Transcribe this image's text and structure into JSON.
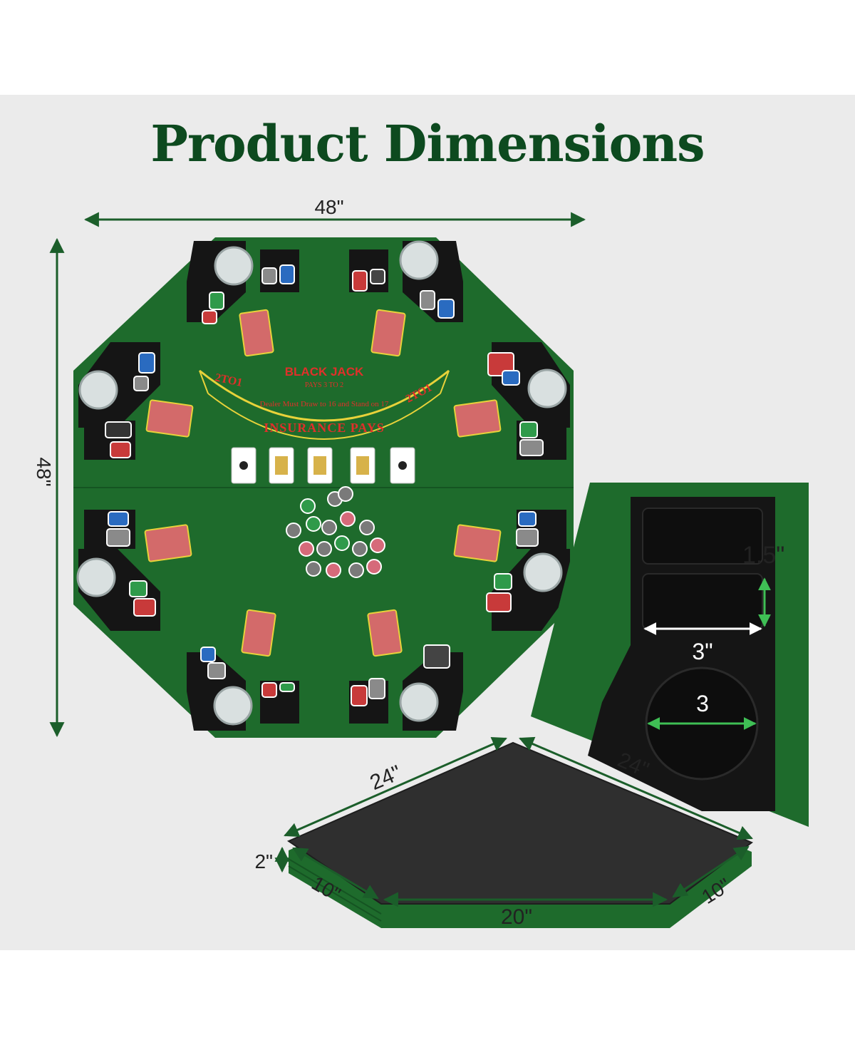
{
  "title": "Product Dimensions",
  "dimensions": {
    "overall_width": "48\"",
    "overall_height": "48\"",
    "cup_holder_depth": "1.5\"",
    "chip_tray_width": "3\"",
    "cup_holder_diameter": "3",
    "panel_edge_left": "24\"",
    "panel_edge_right": "24\"",
    "folded_thickness": "2\"",
    "panel_bevel_left": "10\"",
    "panel_bevel_right": "10\"",
    "panel_front_edge": "20\""
  },
  "table_print": {
    "game": "BLACK JACK",
    "payout": "PAYS 3 TO 2",
    "dealer_rule": "Dealer Must Draw to 16 and Stand on 17",
    "insurance": "INSURANCE PAYS",
    "side_left": "2TO1",
    "side_right": "2TO1"
  },
  "colors": {
    "felt": "#1e6b2c",
    "felt_dark": "#155422",
    "title": "#0d4a1f",
    "dimension_line": "#1b5e2a",
    "tray": "#151515",
    "blackjack_red": "#e0302a",
    "blackjack_yellow": "#e8d23a",
    "background": "#ebebeb"
  }
}
